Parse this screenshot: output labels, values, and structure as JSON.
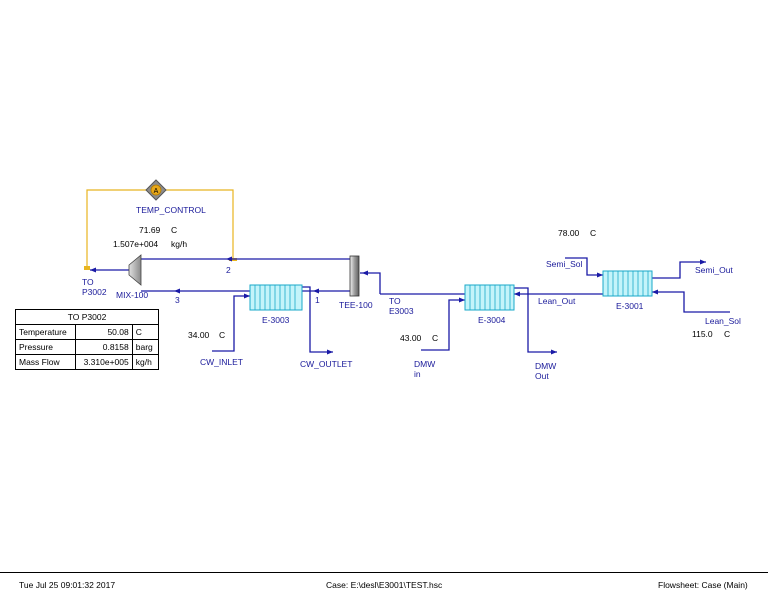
{
  "streams": {
    "to_p3002": "TO\nP3002",
    "s2": "2",
    "s3": "3",
    "s1": "1",
    "to_e3003": "TO\nE3003",
    "cw_inlet": "CW_INLET",
    "cw_outlet": "CW_OUTLET",
    "dmw_in": "DMW\nin",
    "dmw_out": "DMW\nOut",
    "lean_out": "Lean_Out",
    "semi_sol": "Semi_Sol",
    "semi_out": "Semi_Out",
    "lean_sol": "Lean_Sol"
  },
  "units": {
    "mix": "MIX-100",
    "tee": "TEE-100",
    "e3003": "E-3003",
    "e3004": "E-3004",
    "e3001": "E-3001",
    "controller": "TEMP_CONTROL",
    "controller_letter": "A"
  },
  "readouts": {
    "ctrl_temp_value": "71.69",
    "ctrl_temp_unit": "C",
    "ctrl_flow_value": "1.507e+004",
    "ctrl_flow_unit": "kg/h",
    "cw_inlet_temp": "34.00",
    "cw_inlet_unit": "C",
    "dmw_temp": "43.00",
    "dmw_unit": "C",
    "semi_temp": "78.00",
    "semi_unit": "C",
    "lean_temp": "115.0",
    "lean_unit": "C"
  },
  "property_table": {
    "title": "TO P3002",
    "rows": [
      {
        "label": "Temperature",
        "value": "50.08",
        "unit": "C"
      },
      {
        "label": "Pressure",
        "value": "0.8158",
        "unit": "barg"
      },
      {
        "label": "Mass Flow",
        "value": "3.310e+005",
        "unit": "kg/h"
      }
    ]
  },
  "footer": {
    "datetime": "Tue Jul 25 09:01:32 2017",
    "case": "Case: E:\\desl\\E3001\\TEST.hsc",
    "flowsheet": "Flowsheet: Case (Main)"
  },
  "colors": {
    "stream_blue": "#1a1aa6",
    "signal_yellow": "#e8b520",
    "exchanger_fill": "#c4f4fa",
    "label_blue": "#1a1a9a"
  }
}
